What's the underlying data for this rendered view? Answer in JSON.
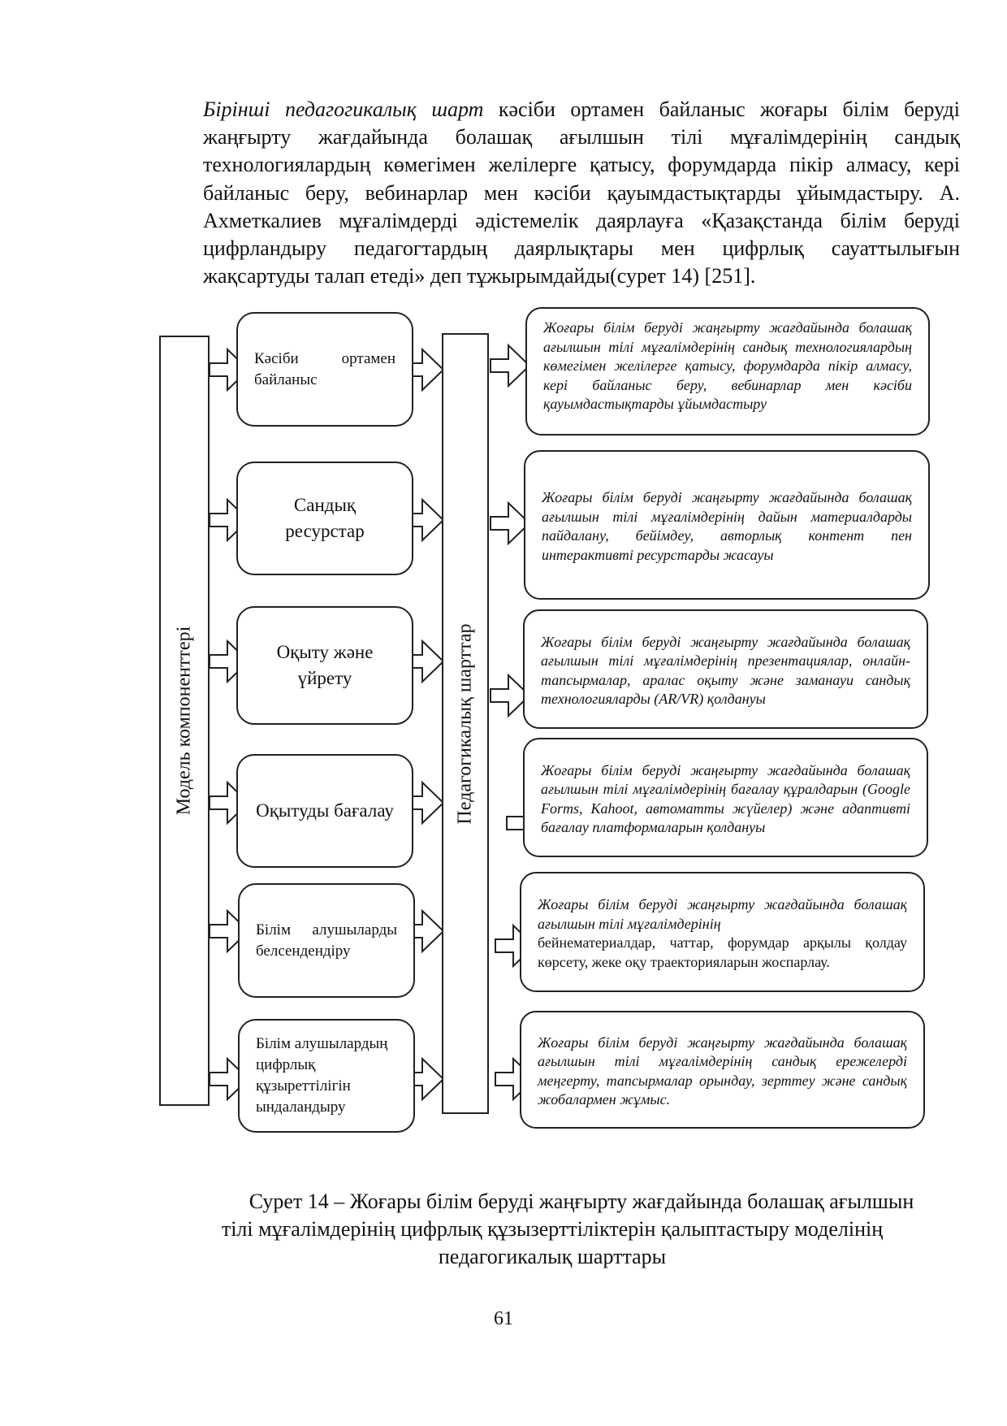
{
  "paragraph": {
    "lead_italic": "Бірінші педагогикалық шарт",
    "text": " кәсіби ортамен байланыс жоғары білім беруді жаңғырту жағдайында болашақ ағылшын тілі мұғалімдерінің сандық технологиялардың көмегімен желілерге қатысу, форумдарда пікір алмасу, кері байланыс беру, вебинарлар мен кәсіби қауымдастықтарды ұйымдастыру. А. Ахметкалиев мұғалімдерді әдістемелік даярлауға «Қазақстанда білім беруді цифрландыру педагогтардың даярлықтары мен цифрлық сауаттылығын жақсартуды талап етеді» деп тұжырымдайды(сурет 14) [251]."
  },
  "diagram": {
    "left_bar_label": "Модель компоненттері",
    "middle_bar_label": "Педагогикалық шарттар",
    "components": [
      {
        "label": "Кәсіби ортамен байланыс"
      },
      {
        "label": "Сандық ресурстар"
      },
      {
        "label": "Оқыту және үйрету"
      },
      {
        "label": "Оқытуды бағалау"
      },
      {
        "label": "Білім алушыларды белсендендіру"
      },
      {
        "label": "Білім алушылардың цифрлық құзыреттілігін ындаландыру"
      }
    ],
    "conditions": [
      {
        "italic": "Жоғары білім беруді жаңғырту жағдайында болашақ ағылшын тілі мұғалімдерінің сандық технологиялардың көмегімен желілерге қатысу, форумдарда пікір алмасу, кері байланыс беру, вебинарлар мен кәсіби қауымдастықтарды ұйымдастыру",
        "upright": ""
      },
      {
        "italic": "Жоғары білім беруді жаңғырту жағдайында болашақ ағылшын тілі мұғалімдерінің дайын материалдарды пайдалану, бейімдеу, авторлық контент пен интерактивті ресурстарды жасауы",
        "upright": ""
      },
      {
        "italic": "Жоғары білім беруді жаңғырту жағдайында болашақ ағылшын тілі мұғалімдерінің презентациялар, онлайн-тапсырмалар, аралас оқыту және заманауи сандық технологияларды (AR/VR) қолдануы",
        "upright": ""
      },
      {
        "italic": "Жоғары білім беруді жаңғырту жағдайында болашақ ағылшын тілі мұғалімдерінің бағалау құралдарын (Google Forms, Kahoot, автоматты жүйелер) және адаптивті бағалау платформаларын қолдануы",
        "upright": ""
      },
      {
        "italic": "Жоғары білім беруді жаңғырту жағдайында болашақ ағылшын тілі мұғалімдерінің",
        "upright": " бейнематериалдар, чаттар, форумдар арқылы қолдау көрсету, жеке оқу траекторияларын жоспарлау."
      },
      {
        "italic": "Жоғары білім беруді жаңғырту жағдайында болашақ ағылшын тілі мұғалімдерінің сандық ережелерді меңгерту, тапсырмалар орындау, зерттеу және сандық жобалармен жұмыс.",
        "upright": ""
      }
    ]
  },
  "caption": {
    "line1": "Сурет 14 – Жоғары білім беруді жаңғырту жағдайында болашақ ағылшын",
    "line2": "тілі мұғалімдерінің  цифрлық құзызерттіліктерін қалыптастыру моделінің",
    "line3": "педагогикалық шарттары"
  },
  "page_number": "61"
}
